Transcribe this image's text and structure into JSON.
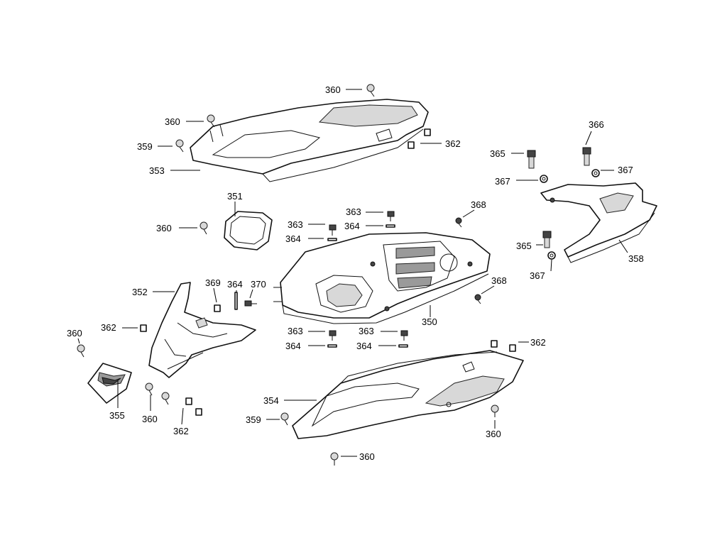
{
  "callouts": {
    "c360_top": "360",
    "c360_a": "360",
    "c359_a": "359",
    "c353": "353",
    "c362_top": "362",
    "c366": "366",
    "c365_a": "365",
    "c367_a": "367",
    "c367_b": "367",
    "c351": "351",
    "c360_b": "360",
    "c363_a": "363",
    "c364_a": "364",
    "c363_b": "363",
    "c364_b": "364",
    "c368_a": "368",
    "c365_b": "365",
    "c367_c": "367",
    "c358": "358",
    "c352": "352",
    "c369": "369",
    "c364_c": "364",
    "c370": "370",
    "c368_b": "368",
    "c350": "350",
    "c360_c": "360",
    "c362_b": "362",
    "c363_c": "363",
    "c364_d": "364",
    "c363_d": "363",
    "c364_e": "364",
    "c362_c": "362",
    "c354": "354",
    "c355": "355",
    "c360_d": "360",
    "c362_d": "362",
    "c359_b": "359",
    "c360_e": "360",
    "c360_f": "360"
  }
}
